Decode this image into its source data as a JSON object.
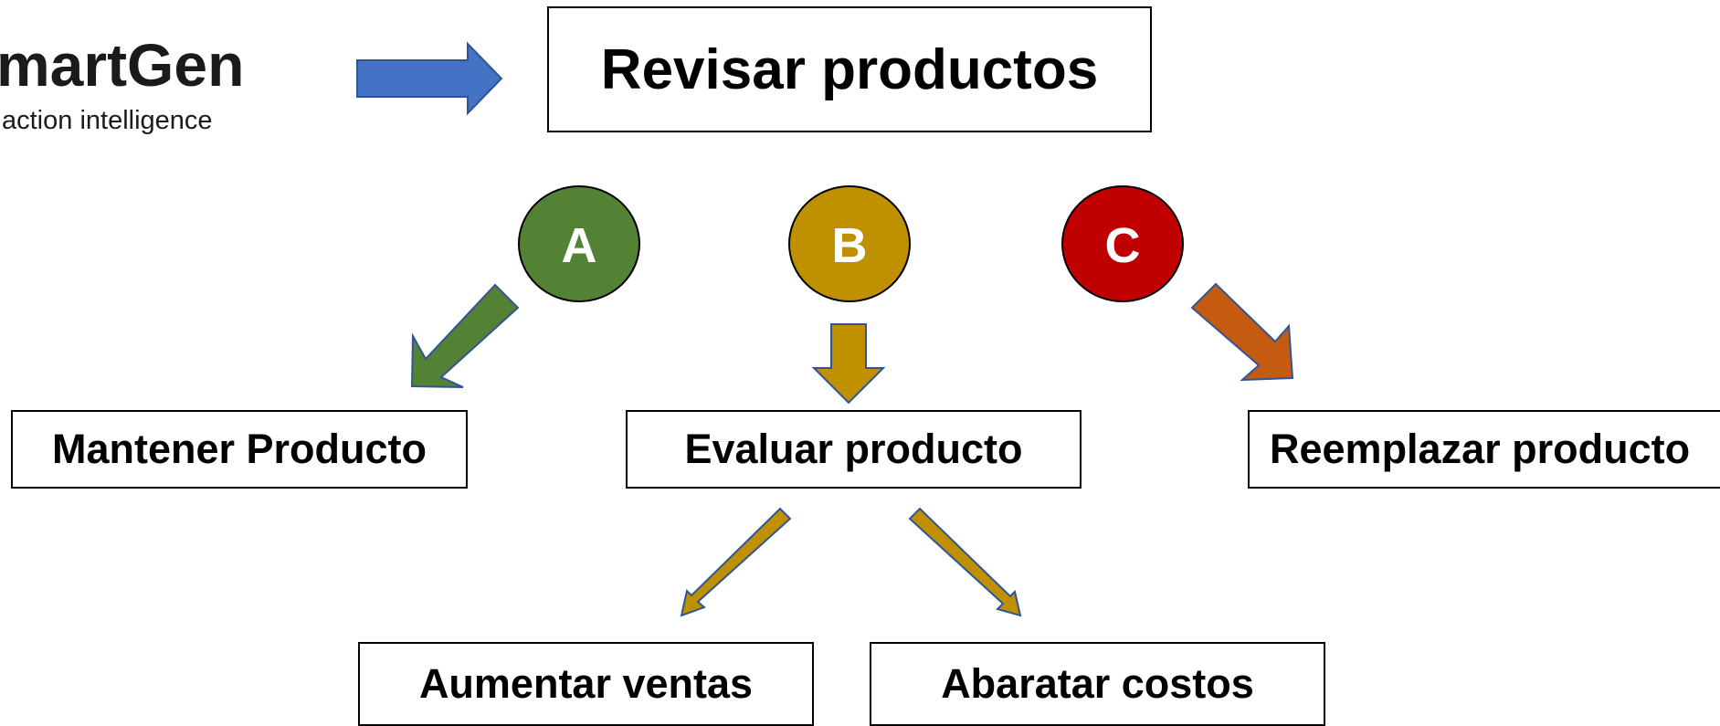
{
  "logo": {
    "title": "martGen",
    "subtitle": "action intelligence"
  },
  "main_box": {
    "label": "Revisar productos"
  },
  "circles": [
    {
      "letter": "A",
      "color": "#548235"
    },
    {
      "letter": "B",
      "color": "#BF9000"
    },
    {
      "letter": "C",
      "color": "#C00000"
    }
  ],
  "outcomes": {
    "keep": "Mantener Producto",
    "evaluate": "Evaluar producto",
    "replace": "Reemplazar producto"
  },
  "sub_outcomes": {
    "sales": "Aumentar ventas",
    "costs": "Abaratar costos"
  },
  "colors": {
    "arrow_blue": "#4472C4",
    "arrow_green": "#548235",
    "arrow_gold": "#BF9000",
    "arrow_orange": "#C55A11",
    "arrow_outline": "#2F5597"
  }
}
